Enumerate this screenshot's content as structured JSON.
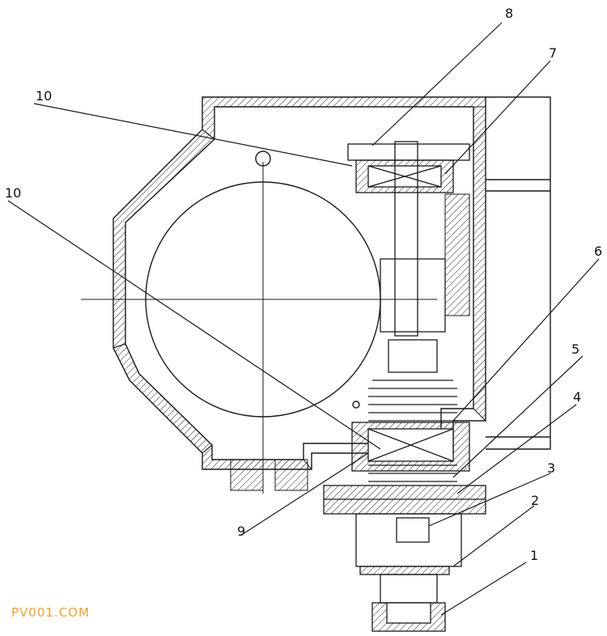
{
  "labels": {
    "l1": "1",
    "l2": "2",
    "l3": "3",
    "l4": "4",
    "l5": "5",
    "l6": "6",
    "l7": "7",
    "l8": "8",
    "l9": "9",
    "l10a": "10",
    "l10b": "10"
  },
  "watermark": "PV001.COM",
  "colors": {
    "line": "#1a1a1a",
    "watermark": "#f0a030"
  }
}
